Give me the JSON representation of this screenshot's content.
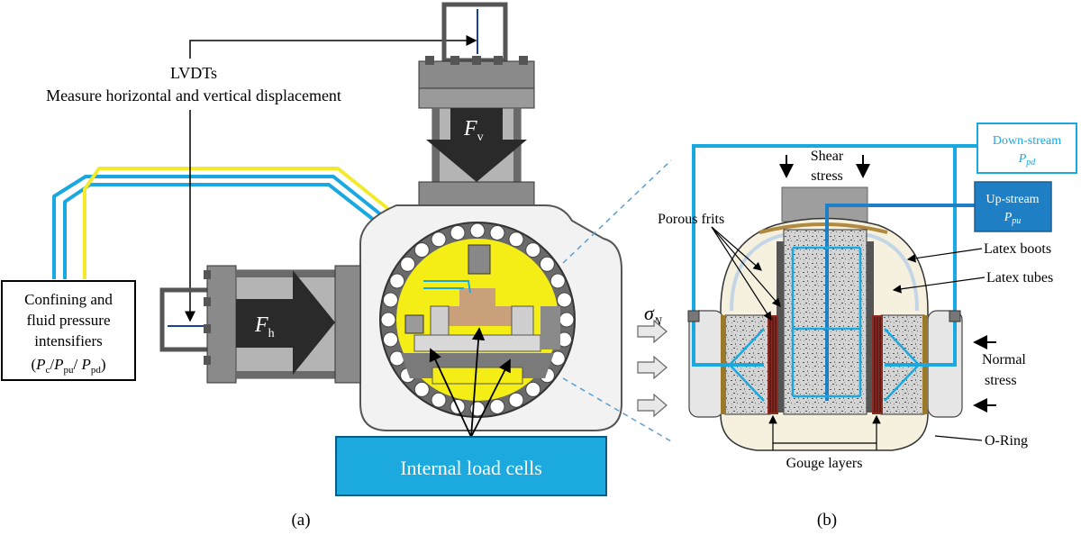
{
  "panel_a": {
    "lvdt_title": "LVDTs",
    "lvdt_desc": "Measure horizontal and vertical displacement",
    "intensifier_line1": "Confining and",
    "intensifier_line2": "fluid pressure",
    "intensifier_line3": "intensifiers",
    "pressure_c": "P",
    "pressure_c_sub": "c",
    "pressure_pu": "P",
    "pressure_pu_sub": "pu",
    "pressure_pd": "P",
    "pressure_pd_sub": "pd",
    "force_v": "F",
    "force_v_sub": "v",
    "force_h": "F",
    "force_h_sub": "h",
    "load_cells": "Internal load cells",
    "caption": "(a)"
  },
  "panel_b": {
    "sigma": "σ",
    "sigma_sub": "N",
    "shear_line1": "Shear",
    "shear_line2": "stress",
    "downstream_label": "Down-stream",
    "downstream_p": "P",
    "downstream_sub": "pd",
    "upstream_label": "Up-stream",
    "upstream_p": "P",
    "upstream_sub": "pu",
    "porous_frits": "Porous frits",
    "latex_boots": "Latex boots",
    "latex_tubes": "Latex tubes",
    "normal_line1": "Normal",
    "normal_line2": "stress",
    "o_ring": "O-Ring",
    "gouge_layers": "Gouge layers",
    "caption": "(b)"
  },
  "colors": {
    "fluid_line": "#19a8e0",
    "confining_line": "#f2ea2a",
    "load_cell_box": "#1ba9de",
    "upstream_box": "#1f7fc4",
    "yellow_fill": "#f4ee16",
    "gouge": "#8a2a22"
  }
}
